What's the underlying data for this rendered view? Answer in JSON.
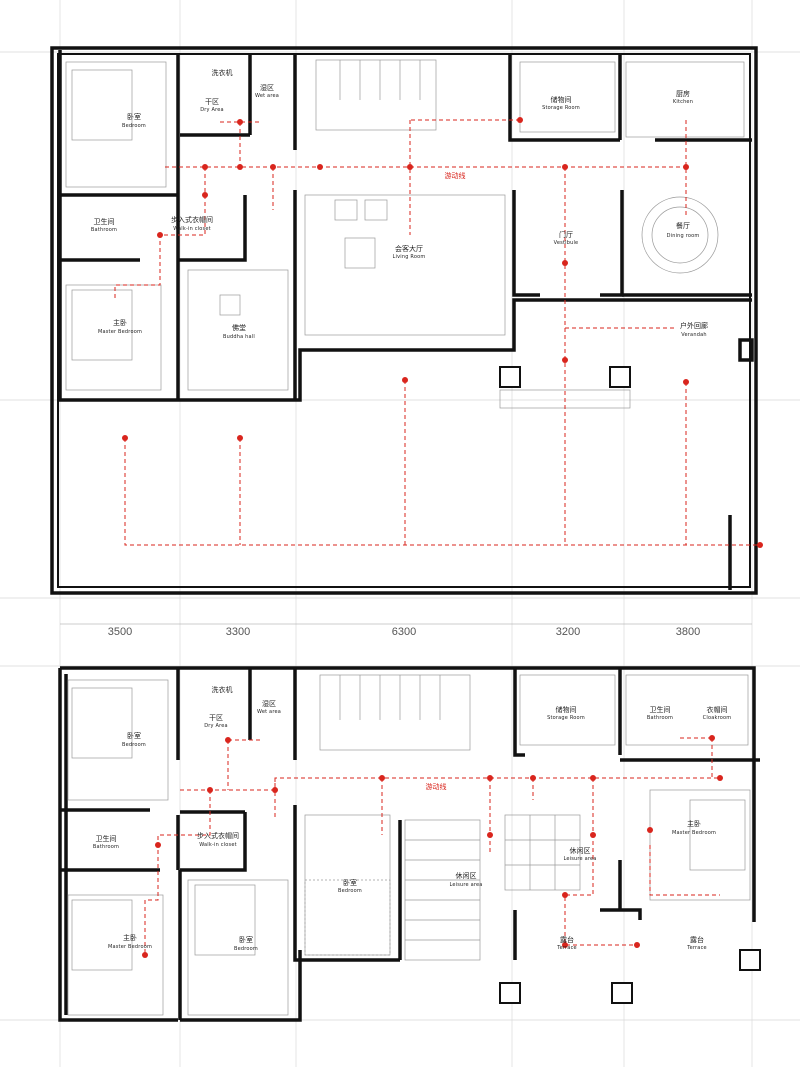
{
  "colors": {
    "wall": "#111111",
    "route": "#d9251d",
    "furniture": "#9a9a9a",
    "grid": "#d9d9d9"
  },
  "route_label": "游动线",
  "dimensions": [
    "3500",
    "3300",
    "6300",
    "3200",
    "3800"
  ],
  "ground_floor": {
    "rooms": [
      {
        "id": "bedroom",
        "cn": "卧室",
        "en": "Bedroom"
      },
      {
        "id": "laundry",
        "cn": "洗衣机",
        "en": ""
      },
      {
        "id": "dry_area",
        "cn": "干区",
        "en": "Dry Area"
      },
      {
        "id": "wet_area",
        "cn": "湿区",
        "en": "Wet area"
      },
      {
        "id": "storage",
        "cn": "储物间",
        "en": "Storage Room"
      },
      {
        "id": "kitchen",
        "cn": "厨房",
        "en": "Kitchen"
      },
      {
        "id": "bathroom",
        "cn": "卫生间",
        "en": "Bathroom"
      },
      {
        "id": "walkin",
        "cn": "步入式衣帽间",
        "en": "Walk-in closet"
      },
      {
        "id": "living",
        "cn": "会客大厅",
        "en": "Living Room"
      },
      {
        "id": "vestibule",
        "cn": "门厅",
        "en": "Vestibule"
      },
      {
        "id": "dining",
        "cn": "餐厅",
        "en": "Dining room"
      },
      {
        "id": "master",
        "cn": "主卧",
        "en": "Master Bedroom"
      },
      {
        "id": "buddha",
        "cn": "佛堂",
        "en": "Buddha hall"
      },
      {
        "id": "verandah",
        "cn": "户外回廊",
        "en": "Verandah"
      }
    ]
  },
  "upper_floor": {
    "rooms": [
      {
        "id": "bedroom_a",
        "cn": "卧室",
        "en": "Bedroom"
      },
      {
        "id": "laundry",
        "cn": "洗衣机",
        "en": ""
      },
      {
        "id": "dry_area",
        "cn": "干区",
        "en": "Dry Area"
      },
      {
        "id": "wet_area",
        "cn": "湿区",
        "en": "Wet area"
      },
      {
        "id": "storage",
        "cn": "储物间",
        "en": "Storage Room"
      },
      {
        "id": "bathroom_r",
        "cn": "卫生间",
        "en": "Bathroom"
      },
      {
        "id": "cloakroom",
        "cn": "衣帽间",
        "en": "Cloakroom"
      },
      {
        "id": "bathroom_l",
        "cn": "卫生间",
        "en": "Bathroom"
      },
      {
        "id": "walkin",
        "cn": "步入式衣帽间",
        "en": "Walk-in closet"
      },
      {
        "id": "bedroom_mid",
        "cn": "卧室",
        "en": "Bedroom"
      },
      {
        "id": "leisure_a",
        "cn": "休闲区",
        "en": "Leisure area"
      },
      {
        "id": "leisure_b",
        "cn": "休闲区",
        "en": "Leisure area"
      },
      {
        "id": "master_r",
        "cn": "主卧",
        "en": "Master Bedroom"
      },
      {
        "id": "master_l",
        "cn": "主卧",
        "en": "Master Bedroom"
      },
      {
        "id": "bedroom_b",
        "cn": "卧室",
        "en": "Bedroom"
      },
      {
        "id": "terrace_a",
        "cn": "露台",
        "en": "Terrace"
      },
      {
        "id": "terrace_b",
        "cn": "露台",
        "en": "Terrace"
      }
    ]
  }
}
